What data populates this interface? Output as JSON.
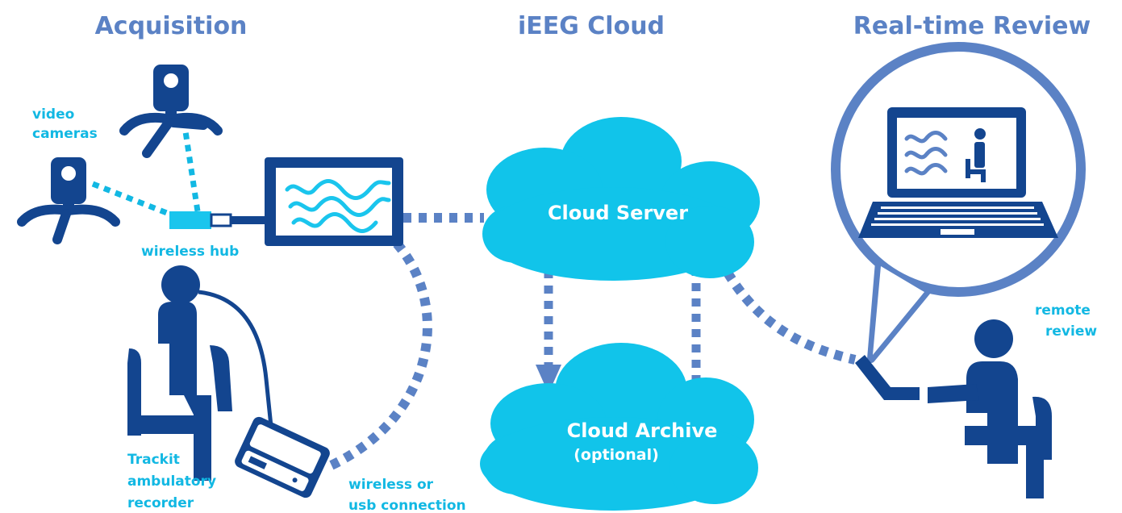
{
  "headers": {
    "acquisition": "Acquisition",
    "cloud": "iEEG Cloud",
    "review": "Real-time Review"
  },
  "labels": {
    "video_cameras_1": "video",
    "video_cameras_2": "cameras",
    "wireless_hub": "wireless hub",
    "recorder_1": "Trackit",
    "recorder_2": "ambulatory",
    "recorder_3": "recorder",
    "connection_1": "wireless or",
    "connection_2": "usb connection",
    "remote_1": "remote",
    "remote_2": "review"
  },
  "clouds": {
    "server": "Cloud Server",
    "archive": "Cloud Archive",
    "archive_note": "(optional)"
  },
  "icons": [
    "camera-icon",
    "monitor-icon",
    "wireless-hub-icon",
    "patient-icon",
    "recorder-device-icon",
    "cloud-icon",
    "laptop-icon",
    "reviewer-icon"
  ],
  "colors": {
    "header_blue": "#5b82c5",
    "label_cyan": "#12b8e3",
    "dark_blue": "#13458f",
    "cloud_cyan": "#11c4ea",
    "dotted_blue": "#5b82c5",
    "hub_cyan": "#1ac5ed"
  }
}
